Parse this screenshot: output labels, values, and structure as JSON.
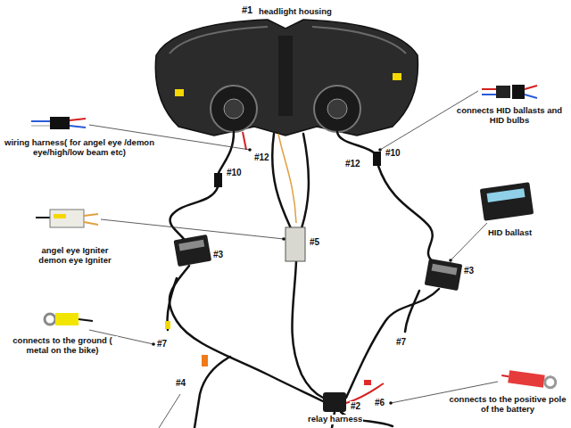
{
  "diagram": {
    "labels": [
      "#1",
      "headlight housing",
      "connects HID ballasts and HID bulbs",
      "wiring harness( for angel eye /demon eye/high/low beam etc)",
      "#12",
      "#10",
      "#12",
      "#10",
      "HID ballast",
      "angel eye Igniter demon eye Igniter",
      "#5",
      "#3",
      "#3",
      "connects to the ground ( metal on the bike)",
      "#7",
      "#7",
      "#4",
      "#6",
      "connects to the positive pole of the battery",
      "#2",
      "relay harness"
    ]
  }
}
